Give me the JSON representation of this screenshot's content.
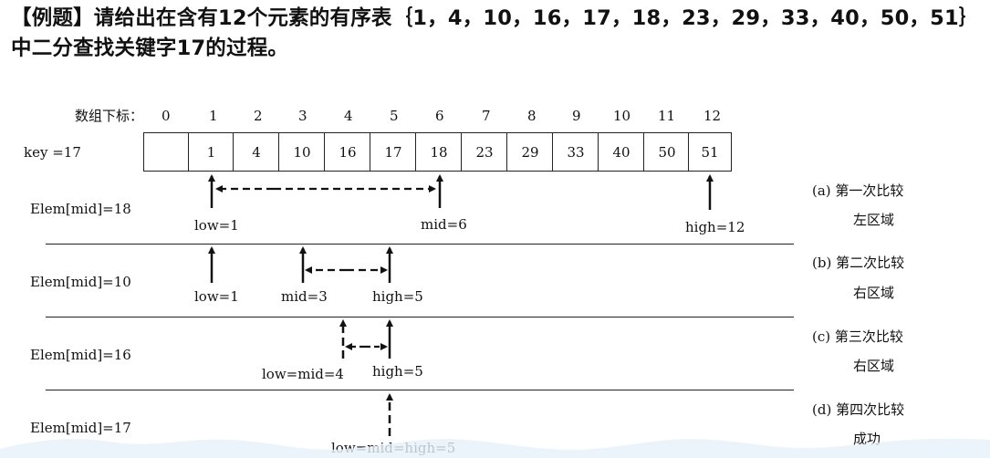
{
  "title": "【例题】请给出在含有12个元素的有序表｛1，4，10，16，17，18，23，29，33，40，50，51｝中二分查找关键字17的过程。",
  "index_label": "数组下标：",
  "indices": [
    "0",
    "1",
    "2",
    "3",
    "4",
    "5",
    "6",
    "7",
    "8",
    "9",
    "10",
    "11",
    "12"
  ],
  "array": [
    "",
    "1",
    "4",
    "10",
    "16",
    "17",
    "18",
    "23",
    "29",
    "33",
    "40",
    "50",
    "51"
  ],
  "key_label": "key =17",
  "rows": [
    {
      "elem": "Elem[mid]=18",
      "caption_1": "(a)  第一次比较",
      "caption_2": "左区域",
      "labels": [
        {
          "text": "low=1"
        },
        {
          "text": "mid=6"
        },
        {
          "text": "high=12"
        }
      ]
    },
    {
      "elem": "Elem[mid]=10",
      "caption_1": "(b)  第二次比较",
      "caption_2": "右区域",
      "labels": [
        {
          "text": "low=1"
        },
        {
          "text": "mid=3"
        },
        {
          "text": "high=5"
        }
      ]
    },
    {
      "elem": "Elem[mid]=16",
      "caption_1": "(c)  第三次比较",
      "caption_2": "右区域",
      "labels": [
        {
          "text": "low=mid=4"
        },
        {
          "text": "high=5"
        }
      ]
    },
    {
      "elem": "Elem[mid]=17",
      "caption_1": "(d)  第四次比较",
      "caption_2": "成功",
      "labels": [
        {
          "text": "low=mid=high=5"
        }
      ]
    }
  ]
}
